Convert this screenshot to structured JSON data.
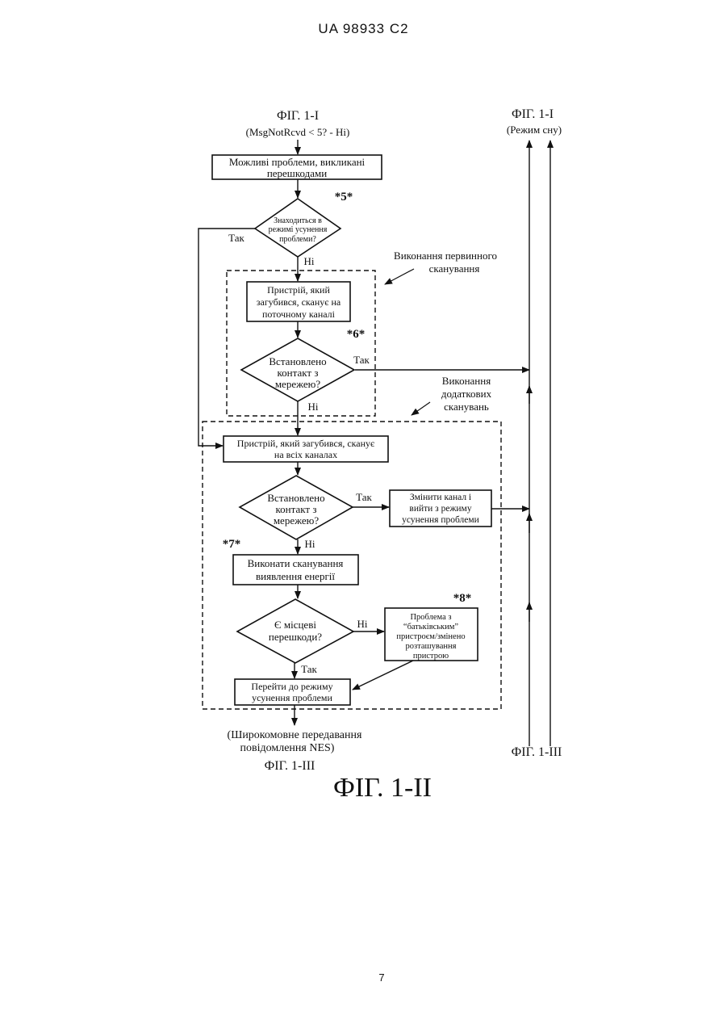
{
  "header": {
    "doc_id": "UA   98933   C2"
  },
  "page_number": "7",
  "figure_title": "ФІГ. 1-II",
  "inputs": {
    "top_left_ref": "ФІГ. 1-I",
    "top_left_cond": "(MsgNotRcvd < 5? - Ні)",
    "top_right_ref": "ФІГ. 1-I",
    "top_right_cond": "(Режим сну)",
    "bottom_right_ref": "ФІГ. 1-III",
    "bottom_out_l1": "(Широкомовне передавання",
    "bottom_out_l2": "повідомлення NES)",
    "bottom_out_ref": "ФІГ. 1-III"
  },
  "annotations": {
    "s5": "*5*",
    "s6": "*6*",
    "s7": "*7*",
    "s8": "*8*",
    "primary_scan_l1": "Виконання первинного",
    "primary_scan_l2": "сканування",
    "extra_scan_l1": "Виконання",
    "extra_scan_l2": "додаткових",
    "extra_scan_l3": "сканувань"
  },
  "nodes": {
    "box1_l1": "Можливі проблеми, викликані",
    "box1_l2": "перешкодами",
    "dec1_l1": "Знаходиться в",
    "dec1_l2": "режимі усунення",
    "dec1_l3": "проблеми?",
    "box2_l1": "Пристрій, який",
    "box2_l2": "загубився, сканує на",
    "box2_l3": "поточному каналі",
    "dec2_l1": "Встановлено",
    "dec2_l2": "контакт з",
    "dec2_l3": "мережею?",
    "box3_l1": "Пристрій, який загубився, сканує",
    "box3_l2": "на всіх каналах",
    "dec3_l1": "Встановлено",
    "dec3_l2": "контакт з",
    "dec3_l3": "мережею?",
    "box4_l1": "Змінити канал і",
    "box4_l2": "вийти з режиму",
    "box4_l3": "усунення проблеми",
    "box5_l1": "Виконати сканування",
    "box5_l2": "виявлення енергії",
    "dec4_l1": "Є місцеві",
    "dec4_l2": "перешкоди?",
    "box6_l1": "Проблема з",
    "box6_l2": "“батьківським”",
    "box6_l3": "пристроєм/змінено",
    "box6_l4": "розташування",
    "box6_l5": "пристрою",
    "box7_l1": "Перейти до режиму",
    "box7_l2": "усунення проблеми"
  },
  "edge_labels": {
    "dec1_yes": "Так",
    "dec1_no": "Ні",
    "dec2_yes": "Так",
    "dec2_no": "Ні",
    "dec3_yes": "Так",
    "dec3_no": "Ні",
    "dec4_no": "Ні",
    "dec4_yes": "Так"
  }
}
